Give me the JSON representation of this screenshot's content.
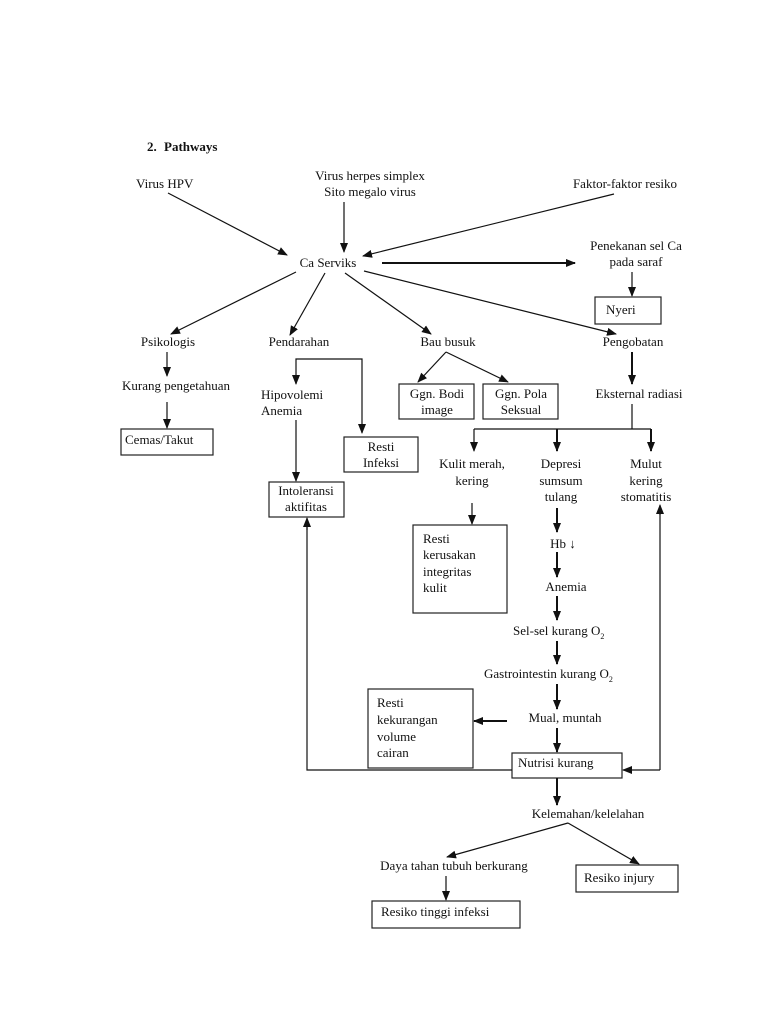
{
  "heading": {
    "number": "2.",
    "title": "Pathways"
  },
  "nodes": {
    "virus_hpv": "Virus HPV",
    "virus_herpes": [
      "Virus herpes simplex",
      "Sito megalo virus"
    ],
    "faktor_resiko": "Faktor-faktor resiko",
    "ca_serviks": "Ca Serviks",
    "penekanan": [
      "Penekanan sel Ca",
      "pada saraf"
    ],
    "nyeri": "Nyeri",
    "psikologis": "Psikologis",
    "pendarahan": "Pendarahan",
    "bau_busuk": "Bau busuk",
    "pengobatan": "Pengobatan",
    "kurang_pengetahuan": "Kurang pengetahuan",
    "cemas_takut": "Cemas/Takut",
    "hipovolemi": [
      "Hipovolemi",
      "Anemia"
    ],
    "resti_infeksi": [
      "Resti",
      "Infeksi"
    ],
    "intoleransi": [
      "Intoleransi",
      "aktifitas"
    ],
    "ggn_bodi": [
      "Ggn. Bodi",
      "image"
    ],
    "ggn_pola": [
      "Ggn. Pola",
      "Seksual"
    ],
    "eksternal_radiasi": "Eksternal radiasi",
    "kulit_merah": [
      "Kulit merah,",
      "kering"
    ],
    "depresi": [
      "Depresi",
      "sumsum",
      "tulang"
    ],
    "mulut_kering": [
      "Mulut",
      "kering",
      "stomatitis"
    ],
    "resti_kerusakan": [
      "Resti",
      "kerusakan",
      "integritas",
      "kulit"
    ],
    "hb": "Hb ↓",
    "anemia": "Anemia",
    "sel_kurang_o2": {
      "text": "Sel-sel kurang O",
      "sub": "2"
    },
    "gastro_kurang_o2": {
      "text": "Gastrointestin kurang O",
      "sub": "2"
    },
    "mual_muntah": "Mual, muntah",
    "resti_kekurangan": [
      "Resti",
      "kekurangan",
      "volume",
      "cairan"
    ],
    "nutrisi_kurang": "Nutrisi kurang",
    "kelemahan": "Kelemahan/kelelahan",
    "daya_tahan": "Daya tahan tubuh berkurang",
    "resiko_injury": "Resiko injury",
    "resiko_tinggi_infeksi": "Resiko tinggi infeksi"
  }
}
